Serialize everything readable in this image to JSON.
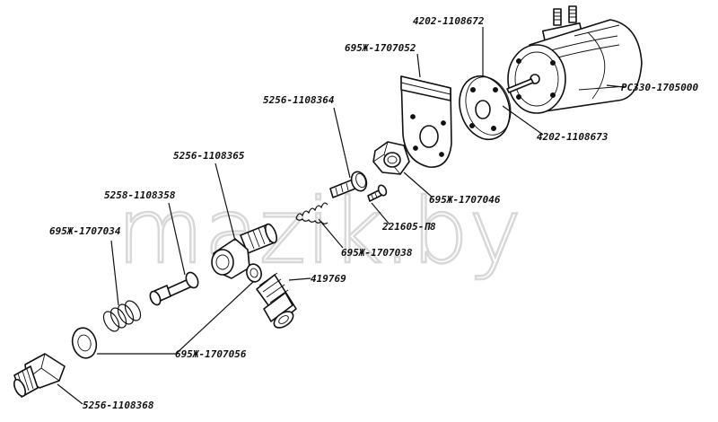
{
  "watermark": "mazik.by",
  "corner_note": "",
  "colors": {
    "ink": "#111111",
    "paper": "#ffffff",
    "watermark": "#d8d8d8"
  },
  "labels": {
    "motor": "РС330-1705000",
    "motor_flange": "4202-1108672",
    "motor_shaft_seal": "4202-1108673",
    "mounting_plate": "695Ж-1707052",
    "long_bolt": "5256-1108364",
    "nut": "695Ж-1707046",
    "screw": "221605-П8",
    "small_spring": "695Ж-1707038",
    "tee_body": "5256-1108365",
    "valve_stem": "5258-1108358",
    "main_spring": "695Ж-1707034",
    "fitting": "419769",
    "washer": "695Ж-1707056",
    "plug": "5256-1108368"
  }
}
